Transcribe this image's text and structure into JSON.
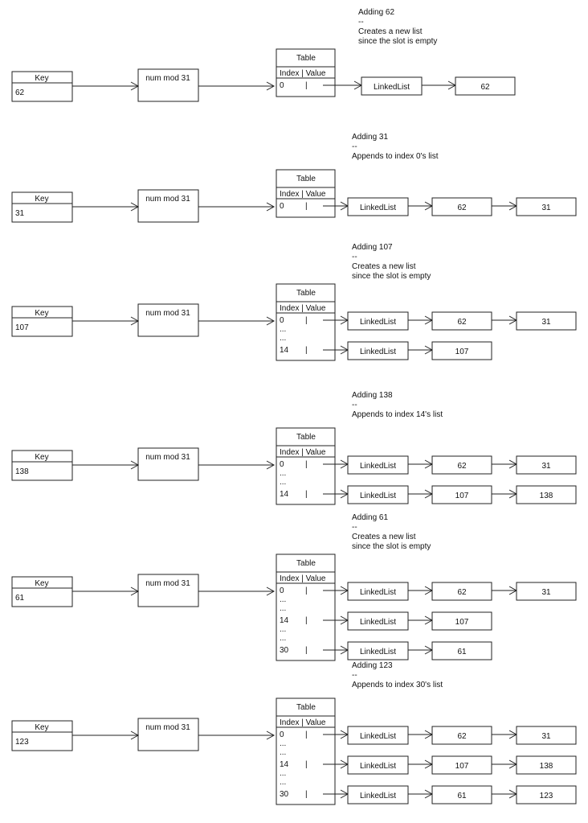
{
  "labels": {
    "key": "Key",
    "hash": "num mod 31",
    "table": "Table",
    "index_header": "Index |  Value",
    "linked_list": "LinkedList",
    "ellipsis": "...",
    "separator": "|"
  },
  "steps": [
    {
      "id": "adding-62",
      "key": "62",
      "note": [
        "Adding 62",
        "--",
        "Creates a new list",
        "since the slot is empty"
      ],
      "rows": [
        {
          "index": "0",
          "values": [
            "62"
          ]
        }
      ]
    },
    {
      "id": "adding-31",
      "key": "31",
      "note": [
        "Adding 31",
        "--",
        "Appends to index 0's list"
      ],
      "rows": [
        {
          "index": "0",
          "values": [
            "62",
            "31"
          ]
        }
      ]
    },
    {
      "id": "adding-107",
      "key": "107",
      "note": [
        "Adding 107",
        "--",
        "Creates a new list",
        "since the slot is empty"
      ],
      "rows": [
        {
          "index": "0",
          "values": [
            "62",
            "31"
          ]
        },
        {
          "index": "14",
          "values": [
            "107"
          ]
        }
      ]
    },
    {
      "id": "adding-138",
      "key": "138",
      "note": [
        "Adding 138",
        "--",
        "Appends to index 14's list"
      ],
      "rows": [
        {
          "index": "0",
          "values": [
            "62",
            "31"
          ]
        },
        {
          "index": "14",
          "values": [
            "107",
            "138"
          ]
        }
      ]
    },
    {
      "id": "adding-61",
      "key": "61",
      "note": [
        "Adding 61",
        "--",
        "Creates a new list",
        "since the slot is empty"
      ],
      "rows": [
        {
          "index": "0",
          "values": [
            "62",
            "31"
          ]
        },
        {
          "index": "14",
          "values": [
            "107"
          ]
        },
        {
          "index": "30",
          "values": [
            "61"
          ]
        }
      ]
    },
    {
      "id": "adding-123",
      "key": "123",
      "note": [
        "Adding 123",
        "--",
        "Appends to index 30's list"
      ],
      "rows": [
        {
          "index": "0",
          "values": [
            "62",
            "31"
          ]
        },
        {
          "index": "14",
          "values": [
            "107",
            "138"
          ]
        },
        {
          "index": "30",
          "values": [
            "61",
            "123"
          ]
        }
      ]
    }
  ]
}
